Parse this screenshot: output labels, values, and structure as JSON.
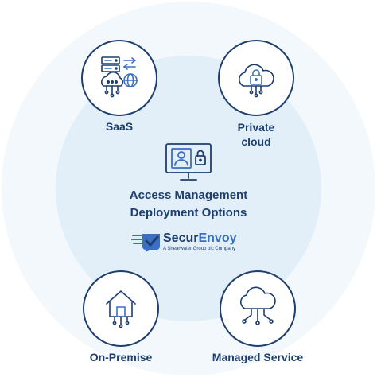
{
  "title": {
    "line1": "Access Management",
    "line2": "Deployment Options"
  },
  "logo": {
    "name_part1": "Secur",
    "name_part2": "Envoy",
    "tagline": "A Shearwater Group plc Company"
  },
  "options": [
    {
      "label": "SaaS",
      "icon": "server-globe-icon"
    },
    {
      "label_line1": "Private",
      "label_line2": "cloud",
      "icon": "cloud-lock-icon"
    },
    {
      "label": "On-Premise",
      "icon": "house-network-icon"
    },
    {
      "label": "Managed Service",
      "icon": "cloud-network-icon"
    }
  ],
  "center_icon": "monitor-user-lock-icon",
  "colors": {
    "navy": "#1e3e6e",
    "accent_blue": "#3a6fc4",
    "outer_circle": "#f2f8fc",
    "inner_circle": "#e2eff8",
    "node_fill": "#ffffff"
  }
}
